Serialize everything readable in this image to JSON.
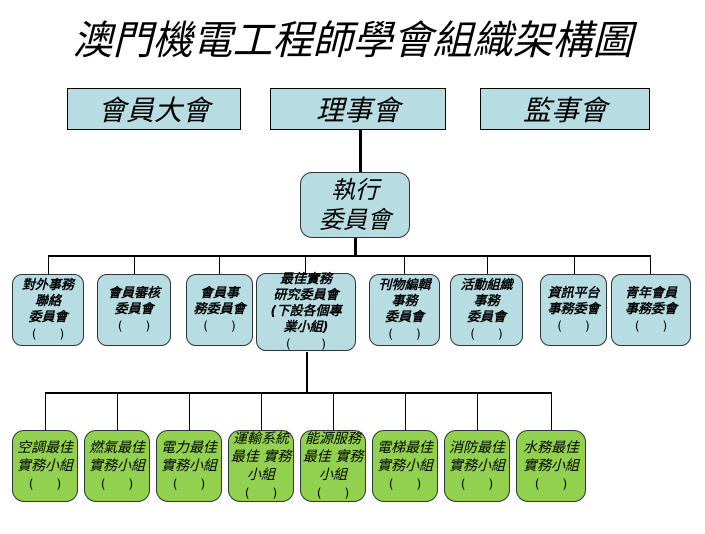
{
  "title": "澳門機電工程師學會組織架構圖",
  "top_level": [
    {
      "label": "會員大會"
    },
    {
      "label": "理事會"
    },
    {
      "label": "監事會"
    }
  ],
  "executive": {
    "line1": "執行",
    "line2": "委員會"
  },
  "committees": [
    {
      "lines": [
        "對外事務",
        "聯絡",
        "委員會"
      ],
      "paren": "(      )"
    },
    {
      "lines": [
        "會員審核",
        "委員會"
      ],
      "paren": "(      )"
    },
    {
      "lines": [
        "會員事",
        "務委員會"
      ],
      "paren": "(      )"
    },
    {
      "lines": [
        "最佳實務",
        "研究委員會",
        "(下設各個專",
        "業小組)"
      ],
      "paren": "(        )"
    },
    {
      "lines": [
        "刊物編輯",
        "事務",
        "委員會"
      ],
      "paren": "(      )"
    },
    {
      "lines": [
        "活動組織",
        "事務",
        "委員會"
      ],
      "paren": "(      )"
    },
    {
      "lines": [
        "資訊平台",
        "事務委會"
      ],
      "paren": "(      )"
    },
    {
      "lines": [
        "青年會員",
        "事務委會"
      ],
      "paren": "(      )"
    }
  ],
  "working_groups": [
    {
      "lines": [
        "空調最佳",
        "實務小組"
      ],
      "paren": "(      )"
    },
    {
      "lines": [
        "燃氣最佳",
        "實務小組"
      ],
      "paren": "(      )"
    },
    {
      "lines": [
        "電力最佳",
        "實務小組"
      ],
      "paren": "(      )"
    },
    {
      "lines": [
        "運輸系統",
        "最佳 實務",
        "小組"
      ],
      "paren": "(      )"
    },
    {
      "lines": [
        "能源服務",
        "最佳 實務",
        "小組"
      ],
      "paren": "(      )"
    },
    {
      "lines": [
        "電梯最佳",
        "實務小組"
      ],
      "paren": "(      )"
    },
    {
      "lines": [
        "消防最佳",
        "實務小組"
      ],
      "paren": "(      )"
    },
    {
      "lines": [
        "水務最佳",
        "實務小組"
      ],
      "paren": "(      )"
    }
  ],
  "colors": {
    "committee_fill": "#b7dde3",
    "group_fill": "#92d050",
    "line": "#000000"
  }
}
